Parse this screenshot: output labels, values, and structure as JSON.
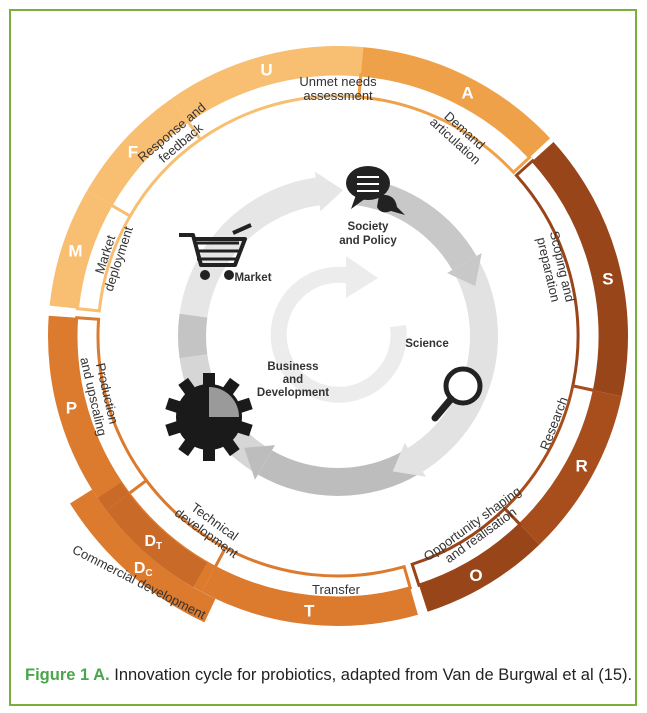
{
  "colors": {
    "frame": "#7ab03a",
    "light": "#f8be72",
    "light_mid": "#efa14a",
    "orange": "#dc7a2e",
    "dark": "#98451a",
    "dark2": "#a84e1c",
    "inner_ring": "#dcdcdc",
    "caption_lead": "#4aa64a"
  },
  "phases": {
    "U": {
      "letter": "U",
      "label": "Unmet needs assessment"
    },
    "A": {
      "letter": "A",
      "label": "Demand articulation"
    },
    "S": {
      "letter": "S",
      "label": "Scoping and preparation"
    },
    "R": {
      "letter": "R",
      "label": "Research"
    },
    "O": {
      "letter": "O",
      "label": "Opportunity shaping and realisation"
    },
    "T": {
      "letter": "T",
      "label": "Transfer"
    },
    "DT": {
      "letter": "D",
      "sub": "T",
      "label": "Technical development"
    },
    "DC": {
      "letter": "D",
      "sub": "C",
      "label": "Commercial development"
    },
    "P": {
      "letter": "P",
      "label": "Production and upscaling"
    },
    "M": {
      "letter": "M",
      "label": "Market deployment"
    },
    "F": {
      "letter": "F",
      "label": "Response and feedback"
    }
  },
  "inner_nodes": {
    "society": {
      "label": "Society and Policy",
      "icon": "speech-bubbles-icon"
    },
    "science": {
      "label": "Science",
      "icon": "magnifier-icon"
    },
    "business": {
      "label": "Business and Development",
      "icon": "gear-icon"
    },
    "market": {
      "label": "Market",
      "icon": "cart-icon"
    }
  },
  "caption": {
    "lead": "Figure 1 A.",
    "text": " Innovation cycle for probiotics, adapted from Van de Burgwal et al (15)."
  }
}
